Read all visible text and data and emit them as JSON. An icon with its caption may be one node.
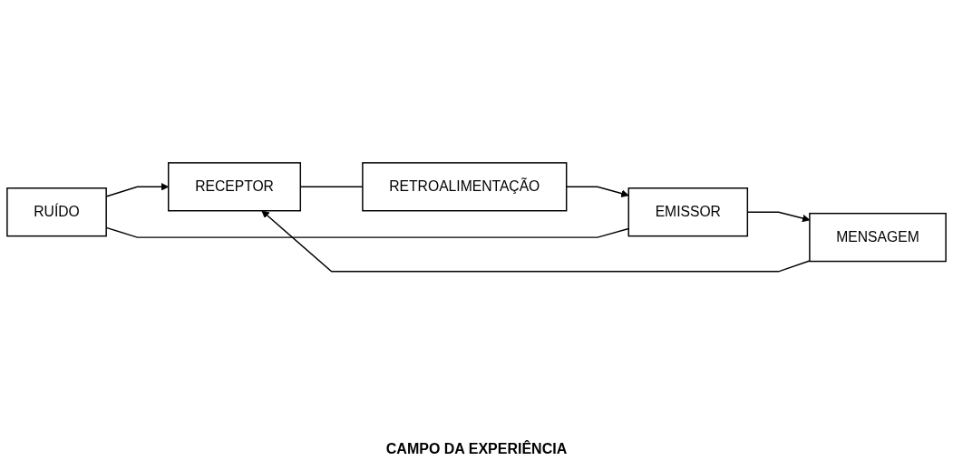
{
  "diagram": {
    "caption": "CAMPO DA EXPERIÊNCIA",
    "nodes": [
      {
        "text": [
          "RUÍDO"
        ]
      },
      {
        "text": [
          "EMISSOR"
        ]
      },
      {
        "text": [
          "MENSAGEM"
        ]
      },
      {
        "text": [
          "RECEPTOR"
        ]
      },
      {
        "text": [
          "RETROALIMENTAÇÃO"
        ]
      }
    ],
    "edges": [
      {
        "from": 1,
        "to": 2,
        "arrow": "to"
      },
      {
        "from": 2,
        "to": 3,
        "arrow": "to"
      },
      {
        "from": 1,
        "to": 0,
        "arrow": "none"
      },
      {
        "from": 0,
        "to": 3,
        "arrow": "to"
      },
      {
        "from": 3,
        "to": 4,
        "arrow": "none"
      },
      {
        "from": 4,
        "to": 1,
        "arrow": "to"
      }
    ]
  }
}
